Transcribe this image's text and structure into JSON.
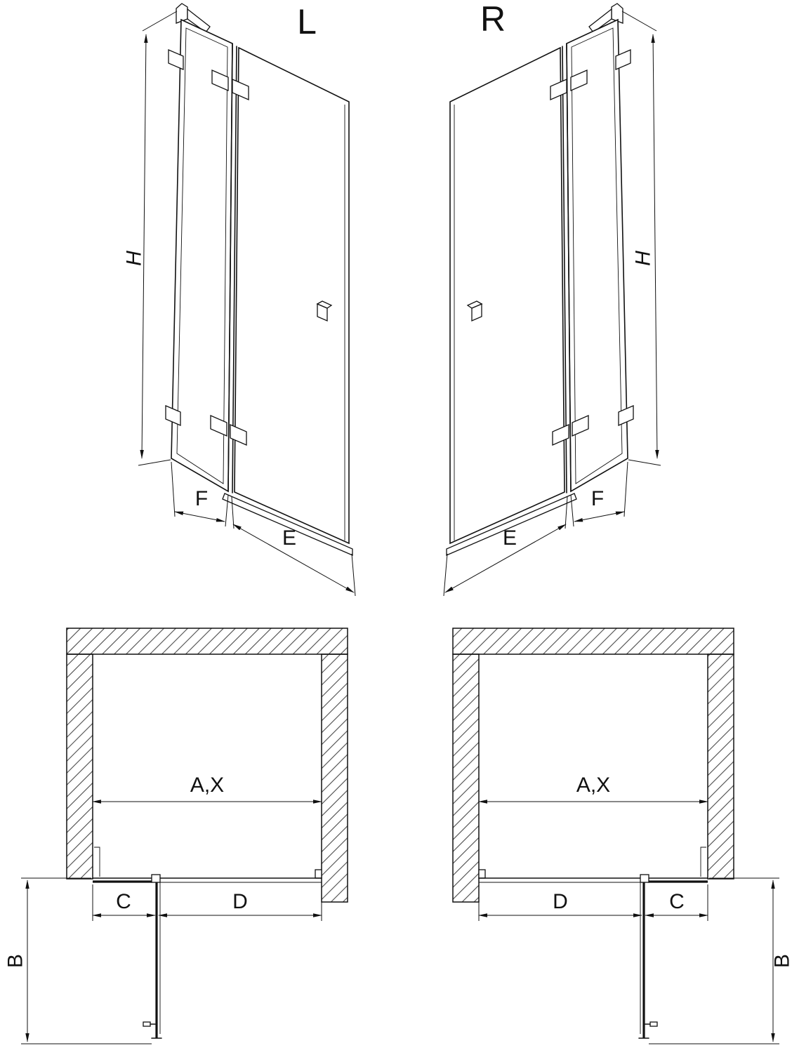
{
  "diagram": {
    "views": {
      "perspective_left": {
        "title": "L",
        "dim_height": "H",
        "dim_fixed_width": "F",
        "dim_door_width": "E"
      },
      "perspective_right": {
        "title": "R",
        "dim_height": "H",
        "dim_fixed_width": "F",
        "dim_door_width": "E"
      },
      "plan_left": {
        "dim_opening": "A,X",
        "dim_fixed_segment": "C",
        "dim_door_segment": "D",
        "dim_projection": "B"
      },
      "plan_right": {
        "dim_opening": "A,X",
        "dim_fixed_segment": "C",
        "dim_door_segment": "D",
        "dim_projection": "B"
      }
    },
    "colors": {
      "line": "#111111",
      "background": "#ffffff",
      "hatch": "#4a4a4a"
    }
  }
}
